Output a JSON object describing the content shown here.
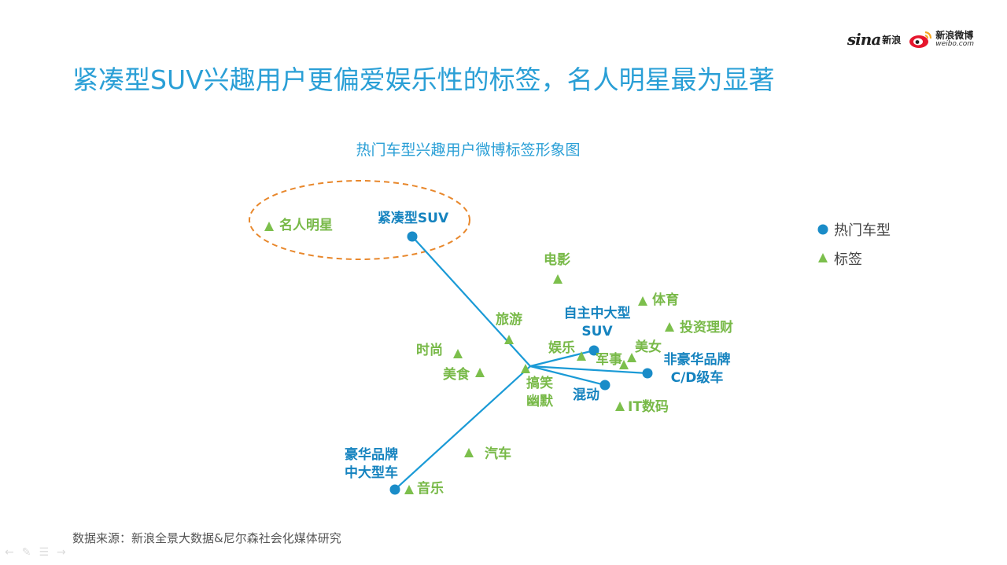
{
  "title": "紧凑型SUV兴趣用户更偏爱娱乐性的标签，名人明星最为显著",
  "subtitle": "热门车型兴趣用户微博标签形象图",
  "logos": {
    "sina_word": "sina",
    "sina_cn": "新浪",
    "weibo_cn": "新浪微博",
    "weibo_url": "weibo.com"
  },
  "legend": {
    "car": "热门车型",
    "tag": "标签"
  },
  "car_models": [
    {
      "name": "紧凑型SUV"
    },
    {
      "name": "自主中大型SUV"
    },
    {
      "name": "非豪华品牌C/D级车"
    },
    {
      "name": "混动"
    },
    {
      "name": "豪华品牌中大型车"
    }
  ],
  "tags": [
    "名人明星",
    "电影",
    "体育",
    "投资理财",
    "旅游",
    "娱乐",
    "美女",
    "军事",
    "时尚",
    "美食",
    "搞笑幽默",
    "IT数码",
    "汽车",
    "音乐"
  ],
  "highlight": "名人明星",
  "source": "数据来源：新浪全景大数据&尼尔森社会化媒体研究",
  "colors": {
    "car": "#1a8cc8",
    "tag": "#7cbf4c",
    "title": "#2a9fd6",
    "highlight_ring": "#e8872b"
  },
  "nav_icons": [
    "back-arrow-icon",
    "pen-icon",
    "menu-icon",
    "forward-arrow-icon"
  ]
}
